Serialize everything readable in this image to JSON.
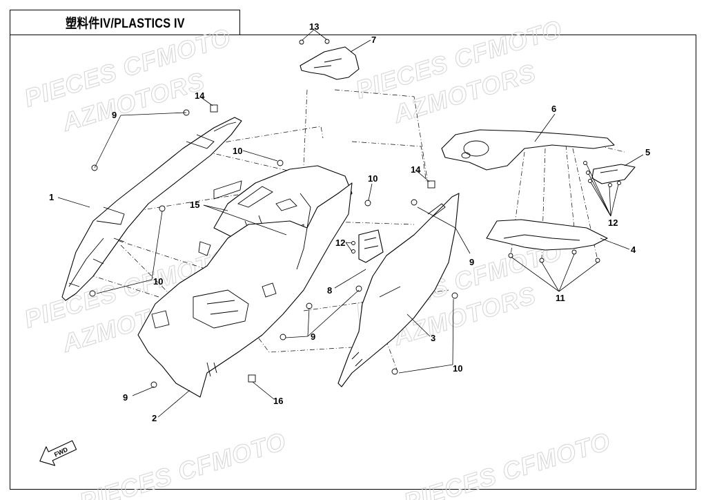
{
  "title": "塑料件IV/PLASTICS IV",
  "watermarks": [
    "PIECES CFMOTO",
    "AZMOTORS"
  ],
  "forward_label": "FWD",
  "callouts": [
    {
      "id": "c1",
      "label": "1"
    },
    {
      "id": "c2",
      "label": "2"
    },
    {
      "id": "c3",
      "label": "3"
    },
    {
      "id": "c4",
      "label": "4"
    },
    {
      "id": "c5",
      "label": "5"
    },
    {
      "id": "c6",
      "label": "6"
    },
    {
      "id": "c7",
      "label": "7"
    },
    {
      "id": "c8",
      "label": "8"
    },
    {
      "id": "c9a",
      "label": "9"
    },
    {
      "id": "c9b",
      "label": "9"
    },
    {
      "id": "c9c",
      "label": "9"
    },
    {
      "id": "c9d",
      "label": "9"
    },
    {
      "id": "c10a",
      "label": "10"
    },
    {
      "id": "c10b",
      "label": "10"
    },
    {
      "id": "c10c",
      "label": "10"
    },
    {
      "id": "c10d",
      "label": "10"
    },
    {
      "id": "c11",
      "label": "11"
    },
    {
      "id": "c12a",
      "label": "12"
    },
    {
      "id": "c12b",
      "label": "12"
    },
    {
      "id": "c13",
      "label": "13"
    },
    {
      "id": "c14a",
      "label": "14"
    },
    {
      "id": "c14b",
      "label": "14"
    },
    {
      "id": "c15",
      "label": "15"
    },
    {
      "id": "c16",
      "label": "16"
    }
  ],
  "colors": {
    "line": "#000000",
    "watermark": "#d7d7d7",
    "background": "#ffffff"
  }
}
